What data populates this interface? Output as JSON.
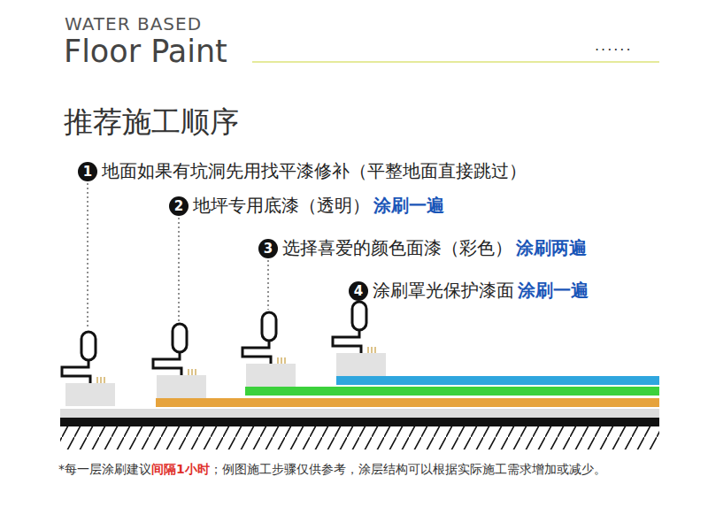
{
  "diagram": {
    "title": "推荐施工顺序",
    "labels": [
      "WATER BASED",
      "Floor Paint",
      "......",
      "1",
      "地面如果有坑洞先用找平漆修补（平整地面直接跳过）",
      "2",
      "地坪专用底漆（透明）",
      "涂刷一遍",
      "3",
      "选择喜爱的颜色面漆（彩色）",
      "涂刷两遍",
      "4",
      "涂刷罩光保护漆面",
      "涂刷一遍",
      "*每一层涂刷建议",
      "间隔1小时",
      "；例图施工步骤仅供参考，涂层结构可以根据实际施工需求增加或减少。"
    ]
  }
}
